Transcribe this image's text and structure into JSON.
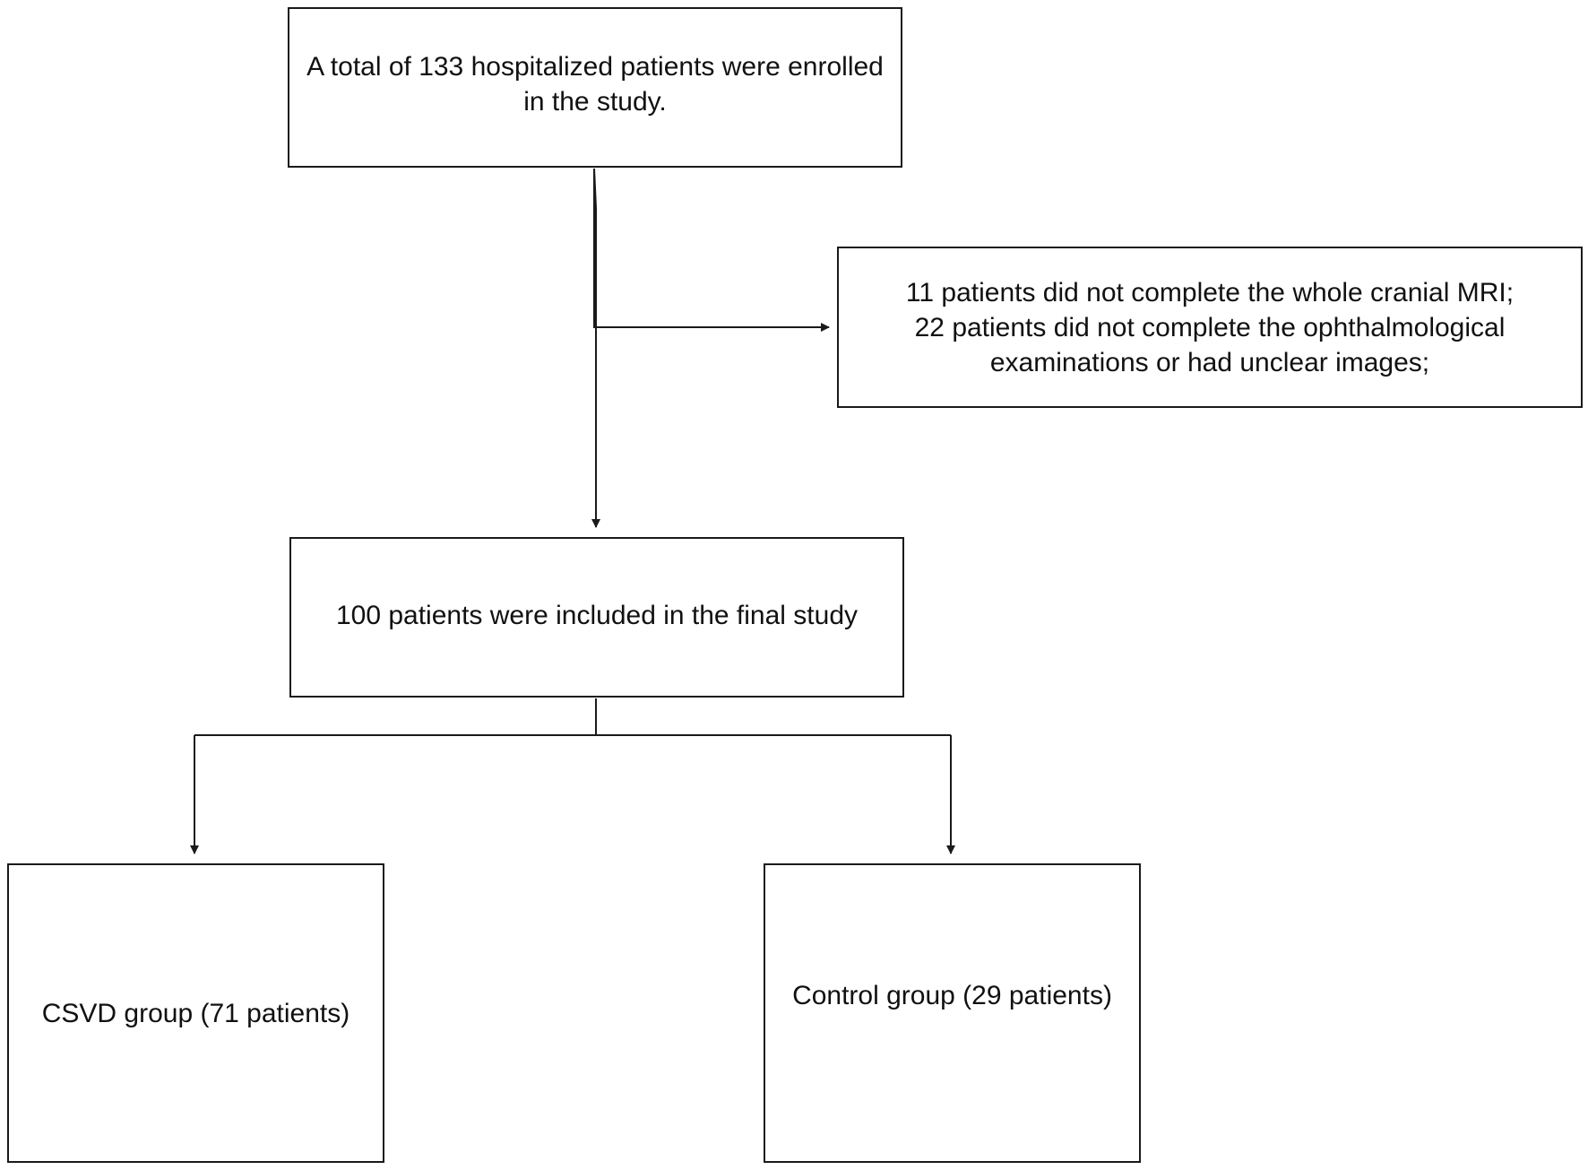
{
  "diagram": {
    "nodes": {
      "enrolled": {
        "lines": [
          "A total of 133 hospitalized patients were enrolled",
          "in the study."
        ]
      },
      "excluded": {
        "lines": [
          "11 patients did not complete the whole cranial MRI;",
          "22 patients did not complete the ophthalmological",
          "examinations or had unclear images;"
        ]
      },
      "included": {
        "lines": [
          "100 patients were included in the final study"
        ]
      },
      "csvd": {
        "lines": [
          "CSVD group (71 patients)"
        ]
      },
      "control": {
        "lines": [
          "Control group (29 patients)"
        ]
      }
    },
    "edges": [
      {
        "from": "enrolled",
        "to": "excluded"
      },
      {
        "from": "enrolled",
        "to": "included"
      },
      {
        "from": "included",
        "to": "csvd"
      },
      {
        "from": "included",
        "to": "control"
      }
    ],
    "colors": {
      "line": "#1a1a1a",
      "box_border": "#1a1a1a",
      "background": "#ffffff"
    }
  }
}
